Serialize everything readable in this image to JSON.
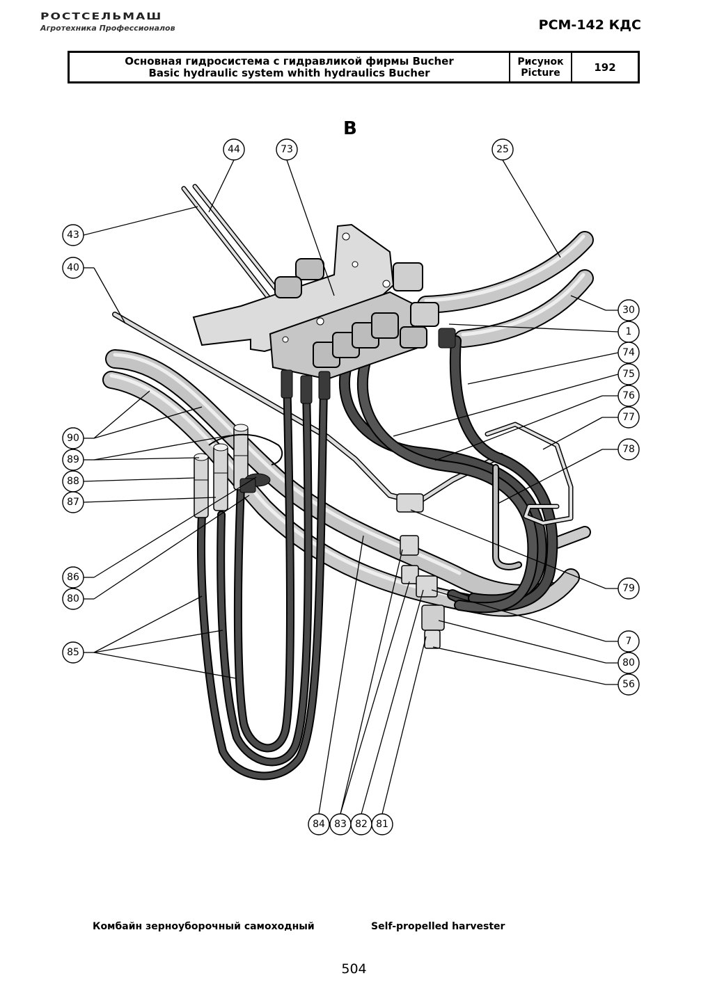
{
  "header": {
    "logo_name": "РОСТСЕЛЬМАШ",
    "logo_tagline": "Агротехника Профессионалов",
    "model": "РСМ-142 КДС"
  },
  "title_block": {
    "title_ru": "Основная гидросистема с гидравликой фирмы Bucher",
    "title_en": "Basic hydraulic system whith hydraulics Bucher",
    "label_ru": "Рисунок",
    "label_en": "Picture",
    "number": "192"
  },
  "view_label": "B",
  "callouts": {
    "c44": "44",
    "c73": "73",
    "c25": "25",
    "c43": "43",
    "c40": "40",
    "c30": "30",
    "c1": "1",
    "c74": "74",
    "c75": "75",
    "c76": "76",
    "c77": "77",
    "c78": "78",
    "c90": "90",
    "c89": "89",
    "c88": "88",
    "c87": "87",
    "c86": "86",
    "c80a": "80",
    "c79": "79",
    "c7": "7",
    "c80b": "80",
    "c56": "56",
    "c85": "85",
    "c84": "84",
    "c83": "83",
    "c82": "82",
    "c81": "81"
  },
  "footer": {
    "text_ru": "Комбайн зерноуборочный самоходный",
    "text_en": "Self-propelled harvester",
    "page": "504"
  },
  "colors": {
    "line": "#000000",
    "hose_dark": "#3a3a3a",
    "pipe_light": "#bdbdbd",
    "metal": "#d9d9d9"
  }
}
